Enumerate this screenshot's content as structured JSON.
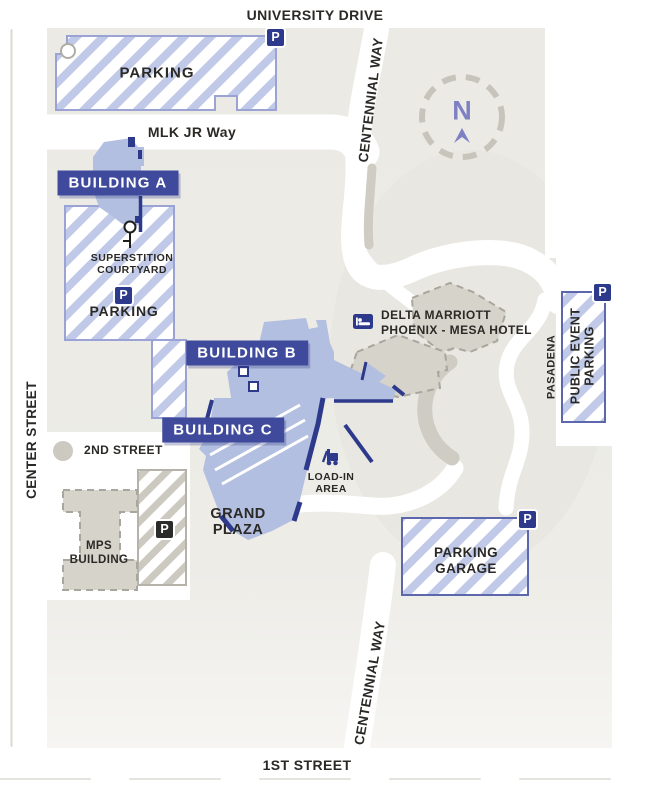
{
  "theme": {
    "navy": "#2d3a8c",
    "banner-blue": "#3f4a9c",
    "building-fill": "#b3bfe0",
    "hatch-stripe": "#c0c9e8",
    "lot-border-light": "#9aa3d4",
    "lot-border-dark": "#5d67ac",
    "map-base": "#ecebe5",
    "road-gray": "#cfccc3",
    "structure-gray": "#d6d3ca",
    "structure-outline": "#a9a69d",
    "compass-purple": "#7e80c4",
    "ink": "#2b2926",
    "black-badge": "#2b2b29"
  },
  "streets": {
    "university_drive": "UNIVERSITY DRIVE",
    "mlk_jr_way": "MLK JR Way",
    "centennial_way_top": "CENTENNIAL WAY",
    "centennial_way_bottom": "CENTENNIAL WAY",
    "center_street": "CENTER STREET",
    "second_street": "2ND STREET",
    "first_street": "1ST STREET",
    "pasadena": "PASADENA"
  },
  "buildings": {
    "building_a": "BUILDING A",
    "building_b": "BUILDING B",
    "building_c": "BUILDING C",
    "mps_line1": "MPS",
    "mps_line2": "BUILDING",
    "hotel_line1": "DELTA MARRIOTT",
    "hotel_line2": "PHOENIX - MESA HOTEL"
  },
  "parking": {
    "north_lot": "PARKING",
    "west_lot": "PARKING",
    "garage_line1": "PARKING",
    "garage_line2": "GARAGE",
    "public_event_line1": "PUBLIC EVENT",
    "public_event_line2": "PARKING",
    "badge_letter": "P"
  },
  "poi": {
    "superstition_line1": "SUPERSTITION",
    "superstition_line2": "COURTYARD",
    "grand_plaza_line1": "GRAND",
    "grand_plaza_line2": "PLAZA",
    "load_in_line1": "LOAD-IN",
    "load_in_line2": "AREA"
  },
  "compass": {
    "north_label": "N"
  }
}
